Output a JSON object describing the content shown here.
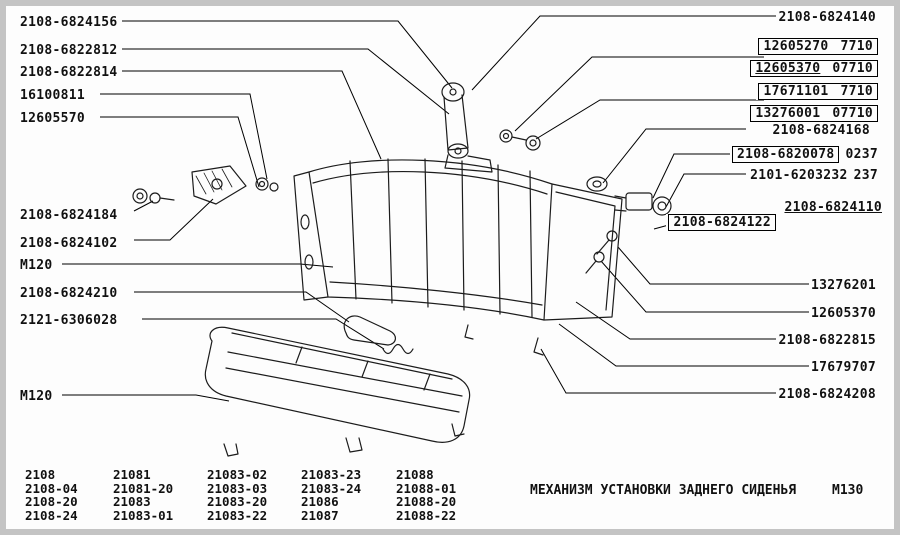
{
  "drawing_title": "МЕХАНИЗМ УСТАНОВКИ ЗАДНЕГО СИДЕНЬЯ",
  "sheet_code": "М130",
  "left_labels": [
    {
      "text": "2108-6824156"
    },
    {
      "text": "2108-6822812"
    },
    {
      "text": "2108-6822814"
    },
    {
      "text": "16100811"
    },
    {
      "text": "12605570"
    },
    {
      "text": "2108-6824184"
    },
    {
      "text": "2108-6824102"
    },
    {
      "text": "М120"
    },
    {
      "text": "2108-6824210"
    },
    {
      "text": "2121-6306028"
    },
    {
      "text": "М120"
    }
  ],
  "right_labels": [
    {
      "text": "2108-6824140"
    },
    {
      "text": "12605270",
      "suffix": "7710"
    },
    {
      "text": "12605370",
      "suffix": "07710"
    },
    {
      "text": "17671101",
      "suffix": "7710"
    },
    {
      "text": "13276001",
      "suffix": "07710"
    },
    {
      "text": "2108-6824168"
    },
    {
      "text": "2108-6820078",
      "suffix": "0237"
    },
    {
      "text": "2101-6203232",
      "suffix": "237"
    },
    {
      "text": "2108-6824110"
    },
    {
      "text": "2108-6824122"
    },
    {
      "text": "13276201"
    },
    {
      "text": "12605370"
    },
    {
      "text": "2108-6822815"
    },
    {
      "text": "17679707"
    },
    {
      "text": "2108-6824208"
    }
  ],
  "applicability_table": {
    "columns": [
      [
        "2108",
        "2108-04",
        "2108-20",
        "2108-24"
      ],
      [
        "21081",
        "21081-20",
        "21083",
        "21083-01"
      ],
      [
        "21083-02",
        "21083-03",
        "21083-20",
        "21083-22"
      ],
      [
        "21083-23",
        "21083-24",
        "21086",
        "21087"
      ],
      [
        "21088",
        "21088-01",
        "21088-20",
        "21088-22"
      ]
    ]
  }
}
